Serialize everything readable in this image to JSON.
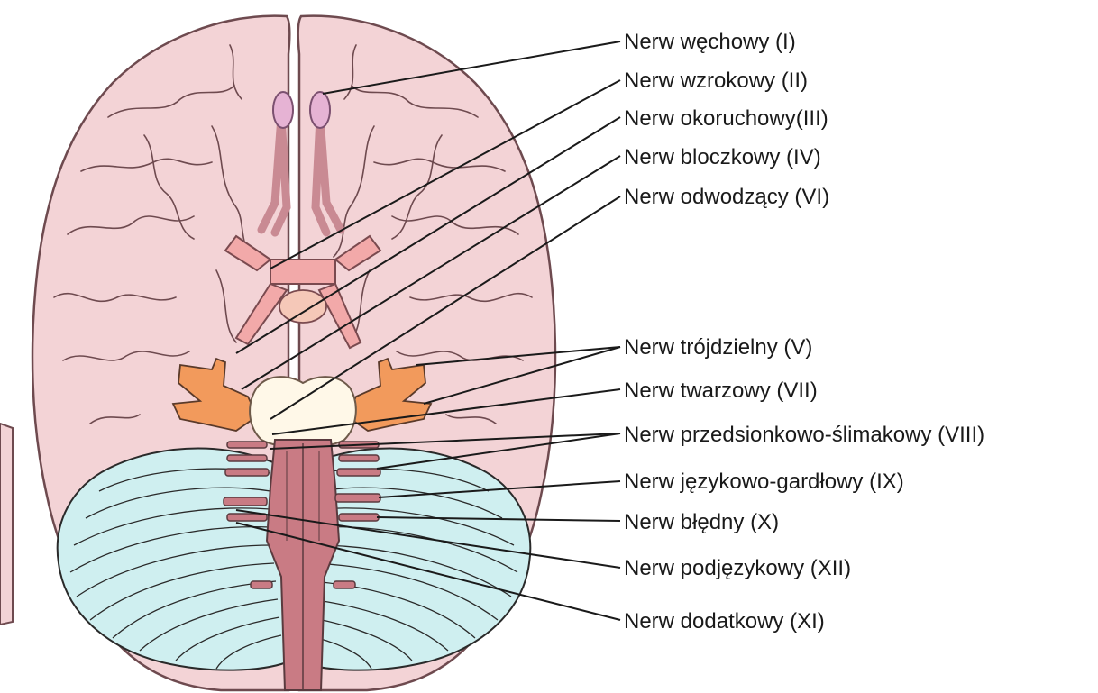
{
  "colors": {
    "brain_fill": "#f3d3d6",
    "brain_outline": "#6e4a4f",
    "cerebellum_fill": "#cfeff0",
    "nerve_pink": "#e89aa0",
    "chiasm": "#f2a9a9",
    "trigeminal_orange": "#f29a5c",
    "pons_white": "#fff8e8",
    "brainstem": "#c97b84",
    "olfactory_bulb": "#e6b3d4",
    "text": "#1a1a1a"
  },
  "labels": [
    {
      "id": "olfactory",
      "text": "Nerw węchowy (I)"
    },
    {
      "id": "optic",
      "text": "Nerw wzrokowy (II)"
    },
    {
      "id": "oculomotor",
      "text": "Nerw okoruchowy(III)"
    },
    {
      "id": "trochlear",
      "text": "Nerw bloczkowy (IV)"
    },
    {
      "id": "abducens",
      "text": "Nerw odwodzący (VI)"
    },
    {
      "id": "trigeminal",
      "text": "Nerw trójdzielny (V)"
    },
    {
      "id": "facial",
      "text": "Nerw twarzowy (VII)"
    },
    {
      "id": "vestibulocochlear",
      "text": "Nerw przedsionkowo-ślimakowy (VIII)"
    },
    {
      "id": "glossopharyngeal",
      "text": "Nerw językowo-gardłowy (IX)"
    },
    {
      "id": "vagus",
      "text": "Nerw błędny (X)"
    },
    {
      "id": "hypoglossal",
      "text": "Nerw podjęzykowy (XII)"
    },
    {
      "id": "accessory",
      "text": "Nerw dodatkowy (XI)"
    }
  ]
}
